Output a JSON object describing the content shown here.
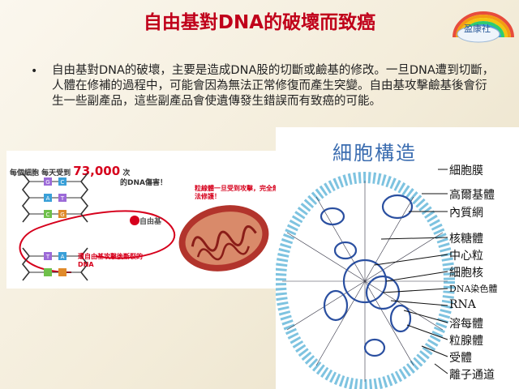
{
  "slide": {
    "title": "自由基對DNA的破壞而致癌",
    "logo_text": "盈康社",
    "bullet_symbol": "•",
    "body": "自由基對DNA的破壞，主要是造成DNA股的切斷或鹼基的修改。一旦DNA遭到切斷，人體在修補的過程中，可能會因為無法正常修復而產生突變。自由基攻擊鹼基後會衍生一些副產品，這些副產品會使遺傳發生錯誤而有致癌的可能。"
  },
  "dna_figure": {
    "header_prefix": "每個細胞 每天受到",
    "header_number": "73,000",
    "header_suffix": "次",
    "header_line2": "的DNA傷害！",
    "free_radical_label": "自由基",
    "mito_label": "粒線體一旦受到攻擊，完全無法修護！",
    "break_label": "遭自由基攻擊後斷裂的DNA",
    "base_letters": [
      "G",
      "C",
      "A",
      "T",
      "C",
      "G",
      "T",
      "A"
    ],
    "colors": {
      "red": "#d6001c",
      "mito": "#b2342c"
    }
  },
  "cell_figure": {
    "title": "細胞構造",
    "organelles": [
      "細胞膜",
      "高爾基體",
      "內質網",
      "核糖體",
      "中心粒",
      "細胞核",
      "DNA染色體",
      "RNA",
      "溶每體",
      "粒腺體",
      "受體",
      "離子通道"
    ],
    "colors": {
      "membrane": "#7ec3e0",
      "accent": "#3a6cb0"
    }
  }
}
